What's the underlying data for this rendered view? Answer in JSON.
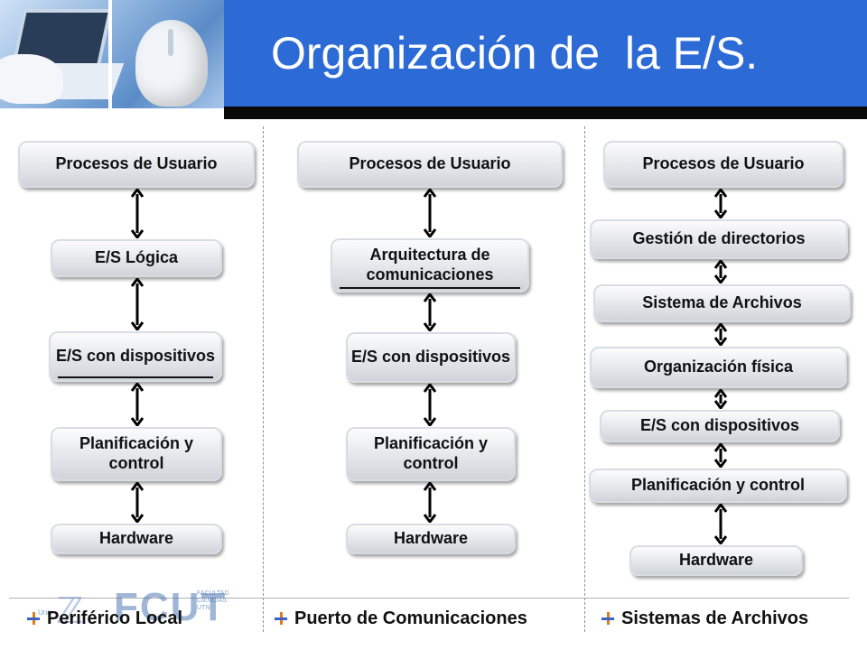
{
  "title": "Organización de  la E/S.",
  "columns": [
    {
      "footer": "Periférico Local",
      "boxes": [
        "Procesos de Usuario",
        "E/S Lógica",
        "E/S con dispositivos",
        "Planificación y control",
        "Hardware"
      ]
    },
    {
      "footer": "Puerto de Comunicaciones",
      "boxes": [
        "Procesos de Usuario",
        "Arquitectura de comunicaciones",
        "E/S con dispositivos",
        "Planificación y control",
        "Hardware"
      ]
    },
    {
      "footer": "Sistemas de Archivos",
      "boxes": [
        "Procesos de Usuario",
        "Gestión de directorios",
        "Sistema de Archivos",
        "Organización física",
        "E/S con dispositivos",
        "Planificación y control",
        "Hardware"
      ]
    }
  ],
  "logo": {
    "name": "FCUT",
    "small_text": "FACULTAD CIENCIAS UTN",
    "uni": "Univ"
  },
  "colors": {
    "title_band": "#2c6bd6",
    "box_border": "#d8dde4",
    "arrow": "#000000",
    "bullet_orange": "#e07b1a",
    "bullet_blue": "#3b62c4"
  },
  "icons": [
    "laptop-photo",
    "mouse-photo",
    "double-arrow-icon",
    "bullet-cross-icon"
  ]
}
